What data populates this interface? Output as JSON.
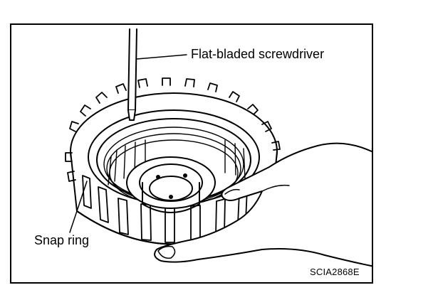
{
  "labels": {
    "screwdriver": "Flat-bladed screwdriver",
    "snap_ring": "Snap ring",
    "figure_code": "SCIA2868E"
  },
  "colors": {
    "ink": "#000000",
    "paper": "#ffffff",
    "shade": "#d0d0d0"
  }
}
